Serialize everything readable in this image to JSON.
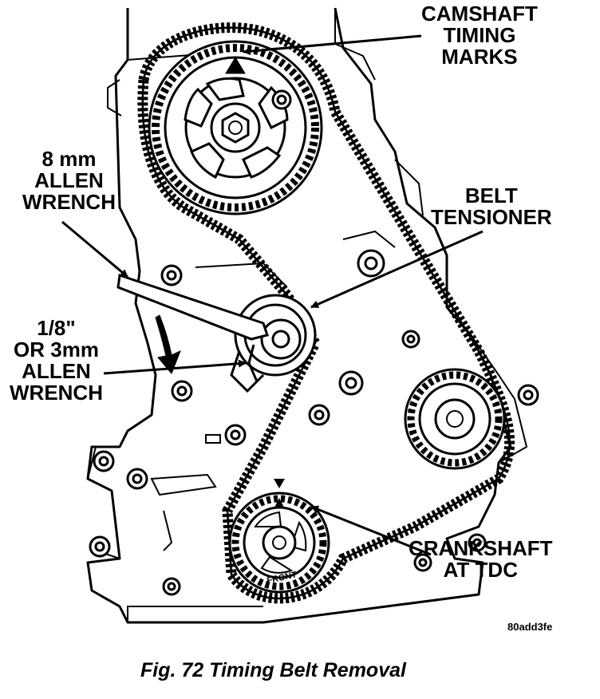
{
  "labels": {
    "camshaft": [
      "CAMSHAFT",
      "TIMING",
      "MARKS"
    ],
    "allen8": [
      "8 mm",
      "ALLEN",
      "WRENCH"
    ],
    "tensioner": [
      "BELT",
      "TENSIONER"
    ],
    "allen3": [
      "1/8\"",
      "OR 3mm",
      "ALLEN",
      "WRENCH"
    ],
    "crankshaft": [
      "CRANKSHAFT",
      "AT TDC"
    ],
    "front_mark": "FRONT"
  },
  "reference_code": "80add3fe",
  "caption": "Fig. 72 Timing Belt Removal",
  "colors": {
    "ink": "#000000",
    "paper": "#ffffff"
  }
}
